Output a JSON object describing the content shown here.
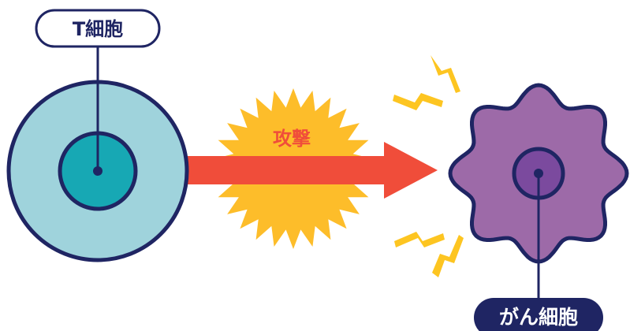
{
  "labels": {
    "t_cell": "T細胞",
    "attack": "攻撃",
    "cancer_cell": "がん細胞"
  },
  "colors": {
    "outline": "#1f2563",
    "t_cell_outer": "#9fd3dc",
    "t_cell_inner": "#17a8b4",
    "arrow": "#f04d3a",
    "burst": "#fdbd2a",
    "attack_text": "#f04d3a",
    "cancer_outer": "#9d6aa8",
    "cancer_inner": "#7b4a9e",
    "label_dark_bg": "#1f2563",
    "label_light_text": "#ffffff",
    "spark": "#fdc521"
  }
}
